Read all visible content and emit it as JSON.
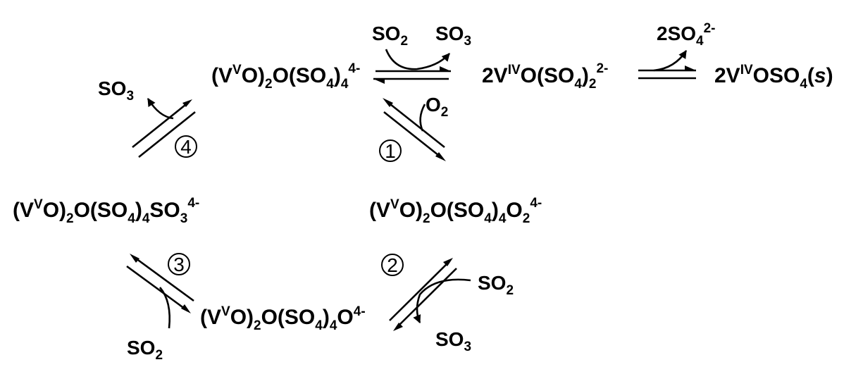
{
  "species": {
    "dimer": "(VᵛO)₂O(SO₄)₄⁴⁻",
    "vanadyl_sulfate_complex": "2VᴵⱽO(SO₄)₂²⁻",
    "solid_vanadyl_sulfate": "2VᴵⱽOSO₄(s)",
    "peroxo_complex": "(VᵛO)₂O(SO₄)₄O₂⁴⁻",
    "oxo_complex": "(VᵛO)₂O(SO₄)₄O⁴⁻",
    "so3_complex": "(VᵛO)₂O(SO₄)₄SO₃⁴⁻"
  },
  "reagents": {
    "top_in": "SO₂",
    "top_out": "SO₃",
    "sulfate_out": "2SO₄²⁻",
    "step1_in": "O₂",
    "step2_in": "SO₂",
    "step2_out": "SO₃",
    "step3_in": "SO₂",
    "step4_out": "SO₃"
  },
  "steps": [
    "1",
    "2",
    "3",
    "4"
  ]
}
